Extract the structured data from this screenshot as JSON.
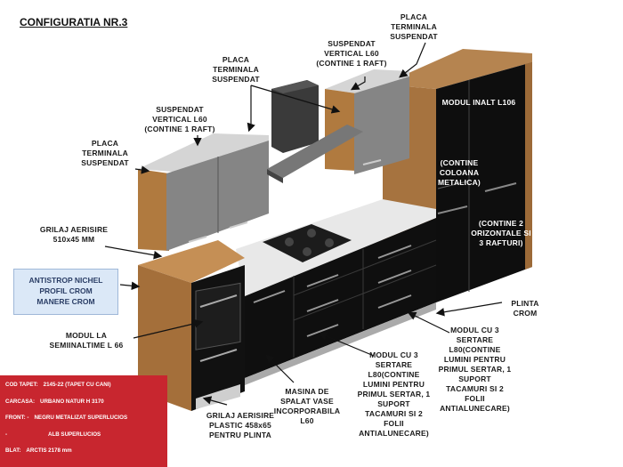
{
  "title": "CONFIGURATIA NR.3",
  "labels": {
    "placa_top_right": "PLACA\nTERMINALA\nSUSPENDAT",
    "suspendat_right": "SUSPENDAT\nVERTICAL  L60\n(CONTINE 1 RAFT)",
    "placa_mid": "PLACA\nTERMINALA\nSUSPENDAT",
    "suspendat_left": "SUSPENDAT\nVERTICAL  L60\n(CONTINE 1 RAFT)",
    "placa_left": "PLACA\nTERMINALA\nSUSPENDAT",
    "grilaj_top": "GRILAJ AERISIRE\n510x45 MM",
    "modul_inalt": "MODUL INALT L106",
    "contine_coloana": "(CONTINE\nCOLOANA\nMETALICA)",
    "contine_2": "(CONTINE 2\nORIZONTALE SI\n3 RAFTURI)",
    "plinta": "PLINTA\nCROM",
    "modul_3_right": "MODUL CU  3\nSERTARE\nL80(CONTINE\nLUMINI PENTRU\nPRIMUL SERTAR, 1\nSUPORT\nTACAMURI SI 2\nFOLII\nANTIALUNECARE)",
    "modul_3_mid": "MODUL CU  3\nSERTARE\nL80(CONTINE\nLUMINI PENTRU\nPRIMUL SERTAR, 1\nSUPORT\nTACAMURI SI 2\nFOLII\nANTIALUNECARE)",
    "masina": "MASINA DE\nSPALAT VASE\nINCORPORABILA\nL60",
    "grilaj_bottom": "GRILAJ AERISIRE\nPLASTIC 458x65\nPENTRU PLINTA",
    "modul_la": "MODUL LA\nSEMIINALTIME  L 66"
  },
  "antistrop": {
    "line1": "ANTISTROP NICHEL",
    "line2": "PROFIL CROM",
    "line3": "MANERE CROM"
  },
  "specs": [
    {
      "key": "COD TAPET:",
      "value": "2145-22 (TAPET CU CANI)"
    },
    {
      "key": "CARCASA:",
      "value": "URBANO NATUR H 3170"
    },
    {
      "key": "FRONT:  -",
      "value": "NEGRU METALIZAT SUPERLUCIOS"
    },
    {
      "key": "        -",
      "value": "ALB SUPERLUCIOS"
    },
    {
      "key": "BLAT:",
      "value": "ARCTIS 2178 mm"
    }
  ],
  "colors": {
    "carcasa": "#b07a3f",
    "carcasa_dark": "#8a5c2c",
    "front_black": "#141414",
    "worktop": "#e6e6e6",
    "upper_front": "#7a7a7a",
    "spec_bg": "#c8262f",
    "antistrop_bg": "#dbe8f7"
  }
}
